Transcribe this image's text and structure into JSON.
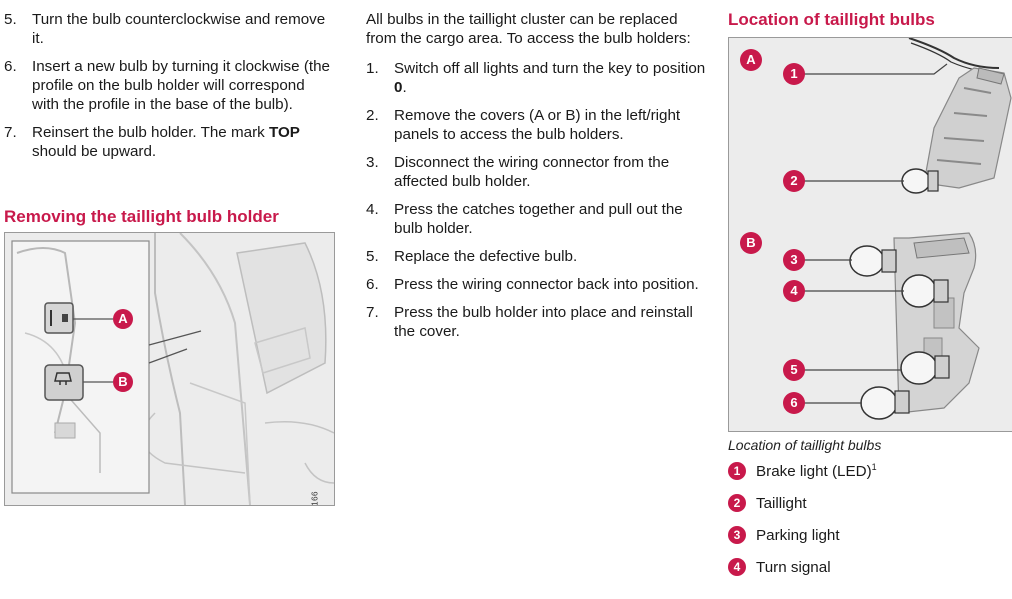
{
  "column1": {
    "steps": [
      {
        "num": "5.",
        "text": "Turn the bulb counterclockwise and remove it."
      },
      {
        "num": "6.",
        "text": "Insert a new bulb by turning it clockwise (the profile on the bulb holder will correspond with the profile in the base of the bulb)."
      },
      {
        "num": "7.",
        "pre": "Reinsert the bulb holder. The mark ",
        "bold": "TOP",
        "post": " should be upward."
      }
    ],
    "heading": "Removing the taillight bulb holder",
    "figure": {
      "label_a": "A",
      "label_b": "B",
      "code": "G019166"
    }
  },
  "column2": {
    "intro": "All bulbs in the taillight cluster can be replaced from the cargo area. To access the bulb holders:",
    "steps": [
      {
        "num": "1.",
        "pre": "Switch off all lights and turn the key to position ",
        "bold": "0",
        "post": "."
      },
      {
        "num": "2.",
        "text": "Remove the covers (A or B) in the left/right panels to access the bulb holders."
      },
      {
        "num": "3.",
        "text": "Disconnect the wiring connector from the affected bulb holder."
      },
      {
        "num": "4.",
        "text": "Press the catches together and pull out the bulb holder."
      },
      {
        "num": "5.",
        "text": "Replace the defective bulb."
      },
      {
        "num": "6.",
        "text": "Press the wiring connector back into position."
      },
      {
        "num": "7.",
        "text": "Press the bulb holder into place and reinstall the cover."
      }
    ]
  },
  "column3": {
    "heading": "Location of taillight bulbs",
    "figure": {
      "label_a": "A",
      "label_b": "B",
      "callouts": [
        "1",
        "2",
        "3",
        "4",
        "5",
        "6"
      ]
    },
    "caption": "Location of taillight bulbs",
    "legend": [
      {
        "num": "1",
        "text": "Brake light (LED)",
        "sup": "1"
      },
      {
        "num": "2",
        "text": "Taillight"
      },
      {
        "num": "3",
        "text": "Parking light"
      },
      {
        "num": "4",
        "text": "Turn signal"
      }
    ]
  },
  "colors": {
    "accent": "#c8194b",
    "figure_bg": "#eeeeee",
    "figure_border": "#9a9a9a"
  }
}
